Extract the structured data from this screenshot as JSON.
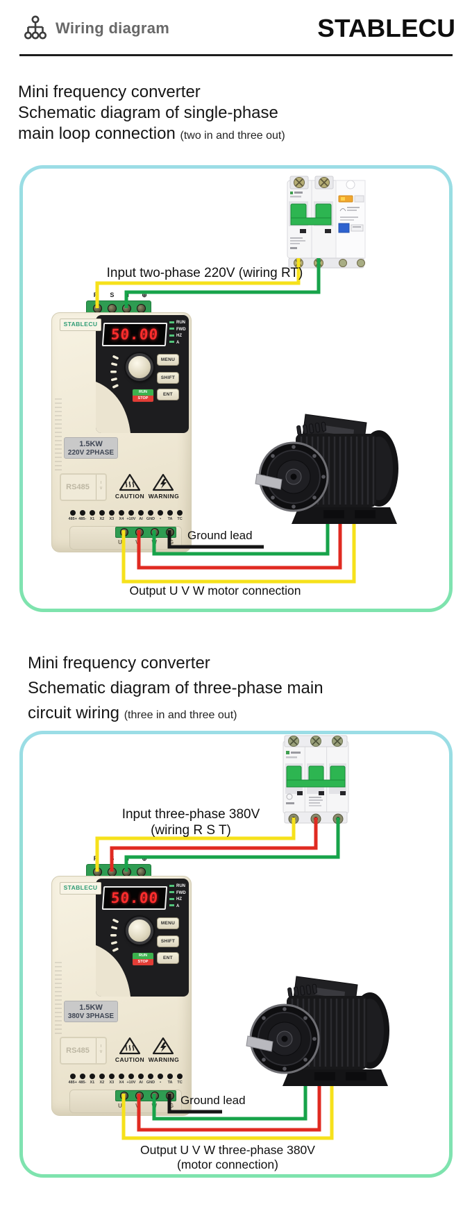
{
  "header": {
    "section_title": "Wiring diagram",
    "brand_logo": "STABLECU"
  },
  "colors": {
    "panel_border_top": "#9bdde6",
    "panel_border_bottom": "#7ee3ad",
    "wire_yellow": "#f6e11b",
    "wire_red": "#e02a21",
    "wire_green": "#17a34a",
    "wire_black": "#161616",
    "vfd_display_digits": "#ff2d2d",
    "breaker_handle_green": "#2db551",
    "vfd_brand_green": "#2f9c75"
  },
  "sections": [
    {
      "title_lines": [
        "Mini frequency converter",
        "Schematic diagram of single-phase",
        "main loop connection"
      ],
      "title_note": "(two in and three out)",
      "input_label_lines": [
        "Input two-phase 220V (wiring RT)"
      ],
      "ground_label": "Ground lead",
      "output_label_lines": [
        "Output U V W motor connection"
      ],
      "vfd": {
        "brand": "STABLECU",
        "display_value": "50.00",
        "indicators": [
          "RUN",
          "FWD",
          "HZ",
          "A"
        ],
        "buttons": {
          "menu": "MENU",
          "shift": "SHIFT",
          "ent": "ENT"
        },
        "run_stop": {
          "run": "RUN",
          "stop": "STOP"
        },
        "power_rating_lines": [
          "1.5KW",
          "220V 2PHASE"
        ],
        "port_label": "RS485",
        "caution_label": "CAUTION",
        "warning_label": "WARNING",
        "input_terminals": [
          "R",
          "S",
          "T",
          "⊕"
        ],
        "io_terminals": [
          "485+",
          "485-",
          "X1",
          "X2",
          "X3",
          "X4",
          "+10V",
          "AI",
          "GND",
          "•",
          "TA",
          "TC"
        ],
        "output_terminals": [
          "U",
          "V",
          "W",
          "G"
        ]
      }
    },
    {
      "title_lines": [
        "Mini frequency converter",
        "Schematic diagram of three-phase main",
        "circuit wiring"
      ],
      "title_note": "(three in and three out)",
      "input_label_lines": [
        "Input three-phase 380V",
        "(wiring R S T)"
      ],
      "ground_label": "Ground lead",
      "output_label_lines": [
        "Output U V W three-phase 380V",
        "(motor connection)"
      ],
      "vfd": {
        "brand": "STABLECU",
        "display_value": "50.00",
        "indicators": [
          "RUN",
          "FWD",
          "HZ",
          "A"
        ],
        "buttons": {
          "menu": "MENU",
          "shift": "SHIFT",
          "ent": "ENT"
        },
        "run_stop": {
          "run": "RUN",
          "stop": "STOP"
        },
        "power_rating_lines": [
          "1.5KW",
          "380V 3PHASE"
        ],
        "port_label": "RS485",
        "caution_label": "CAUTION",
        "warning_label": "WARNING",
        "input_terminals": [
          "R",
          "S",
          "T",
          "⊕"
        ],
        "io_terminals": [
          "485+",
          "485-",
          "X1",
          "X2",
          "X3",
          "X4",
          "+10V",
          "AI",
          "GND",
          "•",
          "TA",
          "TC"
        ],
        "output_terminals": [
          "U",
          "V",
          "W",
          "G"
        ]
      }
    }
  ]
}
